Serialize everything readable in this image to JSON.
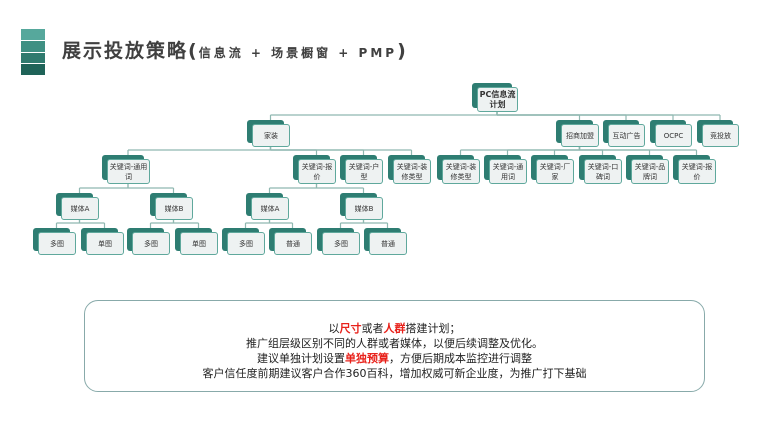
{
  "title": {
    "main": "展示投放策略",
    "open": "(",
    "sub": "信息流 + 场景橱窗 + PMP",
    "close": ")"
  },
  "colors": {
    "accent": "#2e7d72",
    "bar": [
      "#56a89c",
      "#3f9083",
      "#2f7a6e",
      "#1f6358"
    ],
    "highlight": "#e8221b"
  },
  "tree": {
    "root": "PC信息流计划",
    "level1": [
      "家装",
      "招商加盟",
      "互动广告",
      "OCPC",
      "竞投放"
    ],
    "level2": [
      "关键词-通用词",
      "关键词-报价",
      "关键词-户型",
      "关键词-装修类型",
      "关键词-装修类型",
      "关键词-通用词",
      "关键词-厂家",
      "关键词-口碑词",
      "关键词-品牌词",
      "关键词-报价"
    ],
    "level3": [
      "媒体A",
      "媒体B",
      "媒体A",
      "媒体B"
    ],
    "level4": [
      "多图",
      "单图",
      "多图",
      "单图",
      "多图",
      "普通",
      "多图",
      "普通"
    ]
  },
  "note": {
    "line1": {
      "a": "以",
      "b": "尺寸",
      "c": "或者",
      "d": "人群",
      "e": "搭建计划；"
    },
    "line2": "推广组层级区别不同的人群或者媒体，以便后续调整及优化。",
    "line3": {
      "a": "建议单独计划设置",
      "b": "单独预算",
      "c": "，方便后期成本监控进行调整"
    },
    "line4": "客户信任度前期建议客户合作360百科，增加权威可新企业度，为推广打下基础"
  }
}
